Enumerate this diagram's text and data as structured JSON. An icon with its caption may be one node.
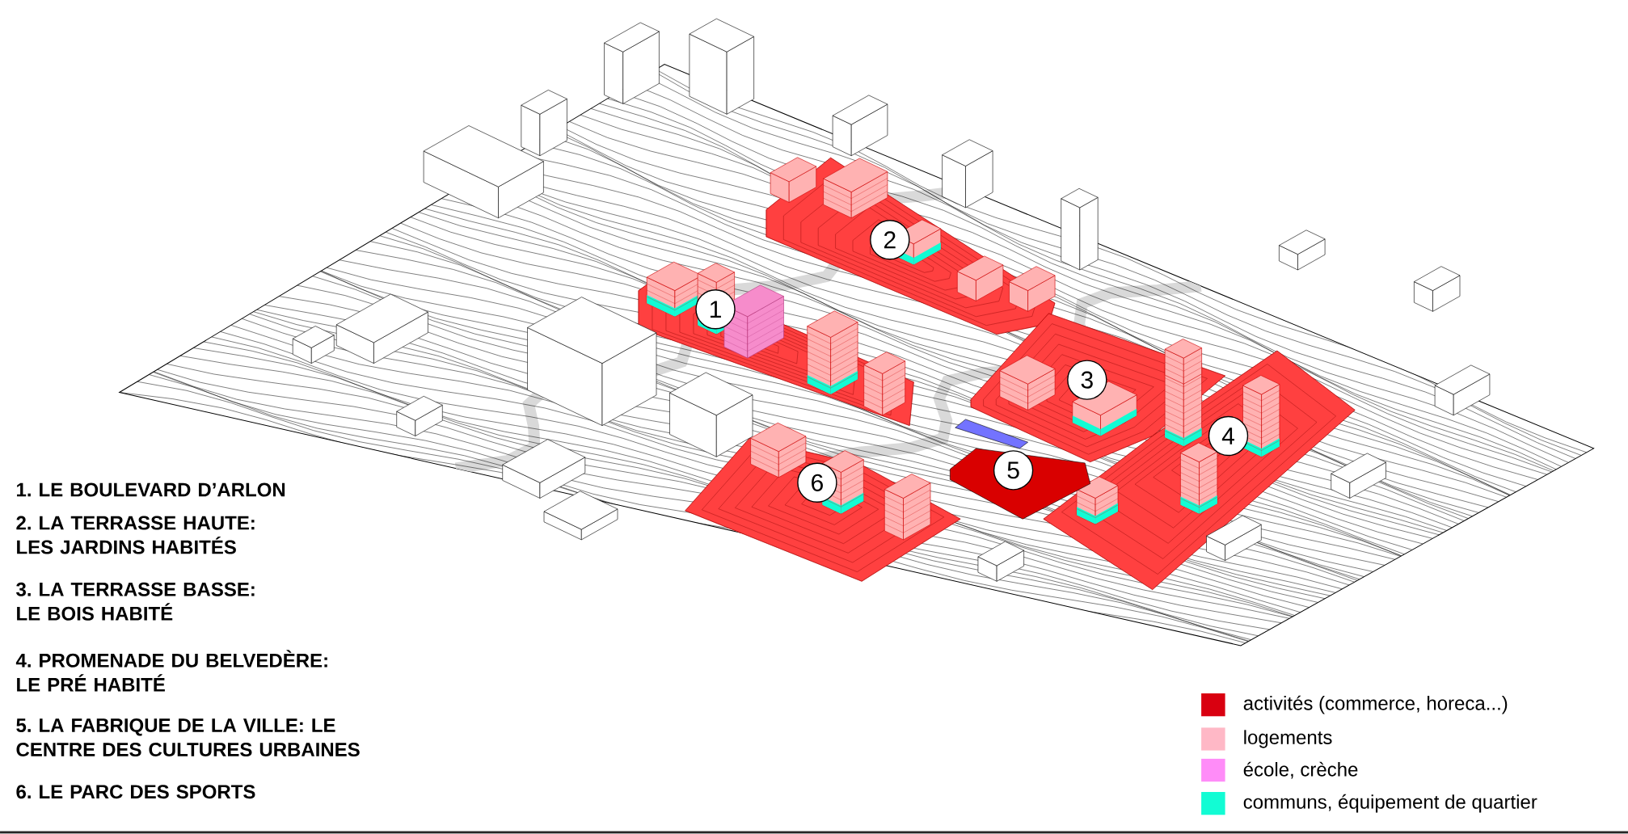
{
  "diagram": {
    "nodes": [
      {
        "text": [
          "1"
        ]
      },
      {
        "text": [
          "2"
        ]
      },
      {
        "text": [
          "3"
        ]
      },
      {
        "text": [
          "4"
        ]
      },
      {
        "text": [
          "5"
        ]
      },
      {
        "text": [
          "6"
        ]
      }
    ],
    "labels": [
      "1. LE BOULEVARD D’ARLON",
      "2. LA TERRASSE HAUTE: LES JARDINS HABITÉS",
      "3. LA TERRASSE BASSE: LE BOIS HABITÉ",
      "4. PROMENADE DU BELVEDÈRE: LE PRÉ HABITÉ",
      "5. LA FABRIQUE DE LA VILLE: LE CENTRE DES CULTURES URBAINES",
      "6. LE PARC DES SPORTS"
    ],
    "legend": [
      {
        "text": "activités (commerce, horeca...)",
        "color": "#d90010"
      },
      {
        "text": "logements",
        "color": "#ffb8c6"
      },
      {
        "text": "école, crèche",
        "color": "#ff8cf8"
      },
      {
        "text": "communs, équipement de quartier",
        "color": "#12fcd4"
      }
    ]
  }
}
